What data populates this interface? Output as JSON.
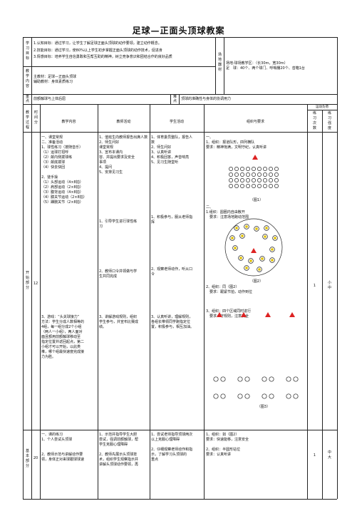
{
  "title": "足球—正面头顶球教案",
  "labels": {
    "goal": "学\n习\n目\n标",
    "content": "教\n学\n内\n容",
    "field": "场\n地\n器\n材",
    "key": "重\n点",
    "difficulty": "难\n点",
    "process": "教\n学\n过\n程",
    "time": "时\n间\n\n分",
    "col_content": "教学内容",
    "col_teacher": "教师活动",
    "col_student": "学生活动",
    "col_org": "组织与要求",
    "load": "运动负荷",
    "load_count": "练\n习\n次\n数",
    "load_intensity": "练\n习\n强\n度",
    "start_part": "开\n始\n部\n分",
    "basic_part": "基\n本\n部\n分"
  },
  "goals": [
    "1.认知目标：通过学习，让学生了解足球正面头顶球的动作要领，建立动作概念。",
    "2.技能目标：通过学习，使80%以上学生初步掌握正面头顶球的动作技术，促进身",
    "3.情感目标：培养学生自信勇敢和互帮互助的精神，树立竞争意识和团结合作的良好品质"
  ],
  "field_text": "场地:球场教学区：（长30m，宽30m）\n足　球：40个、两个球门、呼哨棚20个、音箱1台",
  "content_text": "主教材：足球—正面头顶球\n辅助教材：身体素质练习",
  "key_text": "前额触球与上体后屈",
  "difficulty_text": "顶球的准确性与身体的协调用力",
  "start": {
    "time": "12",
    "content_a": "一、课堂常规\n二、准备活动\n1、球性练习（按随音乐）\n（1）运球打招呼\n（2）颠内侧拨球练\n（3）颠底拨球\n（4）快去快回\n\n2、徒手操\n（1）头部运动（4×8拍）\n（2）肩部运动（2×8拍）\n（3）腹背运动（4×8拍）\n（4）膝关节运动（2×8拍）\n（5）踝腕关节（2×8拍）",
    "content_b": "3、游戏：“头关球接力”\n方法：学生分成人数相等的\n4组，每一组分成2个小组\n（两人一小组），两人面对\n面且额用前额触球移动至\n指定位置并返回起点，第二\n小组才可以开始，以此类\n推，哪个组最快速度完成接\n力为胜。",
    "teacher_a": "1、值班生向教师报告出席人数\n2、师生问好\n课堂常规\n3、宣布本课内\n容、并提出要求及安全\n事项\n4、提问\n5、安排见习生",
    "teacher_b": "1、引导学生进行球性练\n习",
    "teacher_c": "2、教师口令并领做与学\n生共同完成",
    "teacher_d": "3、讲解游戏规则，组织\n学生参与，并宣布比赛成\n绩。",
    "student_a": "1、体育委员整队，报告人\n数\n2、师生问好\n3、认真听讲\n4、积极回答，声音响亮\n5、见习生随堂听",
    "student_b": "1、积极参与，服从老师指\n挥",
    "student_c": "2、观察老师动作，听从口\n令",
    "student_d": "3、认真听讲，理解规则，\n各组长带领同学跑指定位\n置，积极参与，相互加油。",
    "org_a": "一、\n1、组织：报道队形，四列横队\n要求：精神饱满，文明守纪，认真听讲",
    "fig1": "（图1）",
    "org_b": "二、\n1.组织：圆圈内自由散开\n　要求：注意场地跑动范围",
    "fig2": "（图2）",
    "org_c": "2、组织：同（图2）\n　要求：跟紧节拍，动作到位",
    "org_d": "3、组织：四个区域同时进行\n　要求：守规则，注意安全",
    "fig3": "（图3）",
    "load_count": "1",
    "load_intensity": "小\n中"
  },
  "basic": {
    "time": "20",
    "content_a": "一、课的练习\n1、个人尝试头顶球\n\n\n2、教师示范与讲解动作要\n领，身体正对来球跟球球速",
    "teacher_a": "1、示范并指导学生大胆\n尝试，强调前额触球，帮\n学生克服心理障碍\n\n2、教师先展示头顶球技\n术，组织学生观察指示并\n讲解头顶球动作要领，再",
    "student_a": "1、尝试老师指导顶球两次\n以上克服心理障碍\n\n2、仔细观察老师动作和指\n示，了解学习头顶球的\n重点",
    "org_a": "1、组织：如（图2）\n要求：快速能移，注意安全\n\n2、组织：半圆形站位\n要求：认真听讲",
    "load_count": "1",
    "load_intensity": "中\n大"
  }
}
